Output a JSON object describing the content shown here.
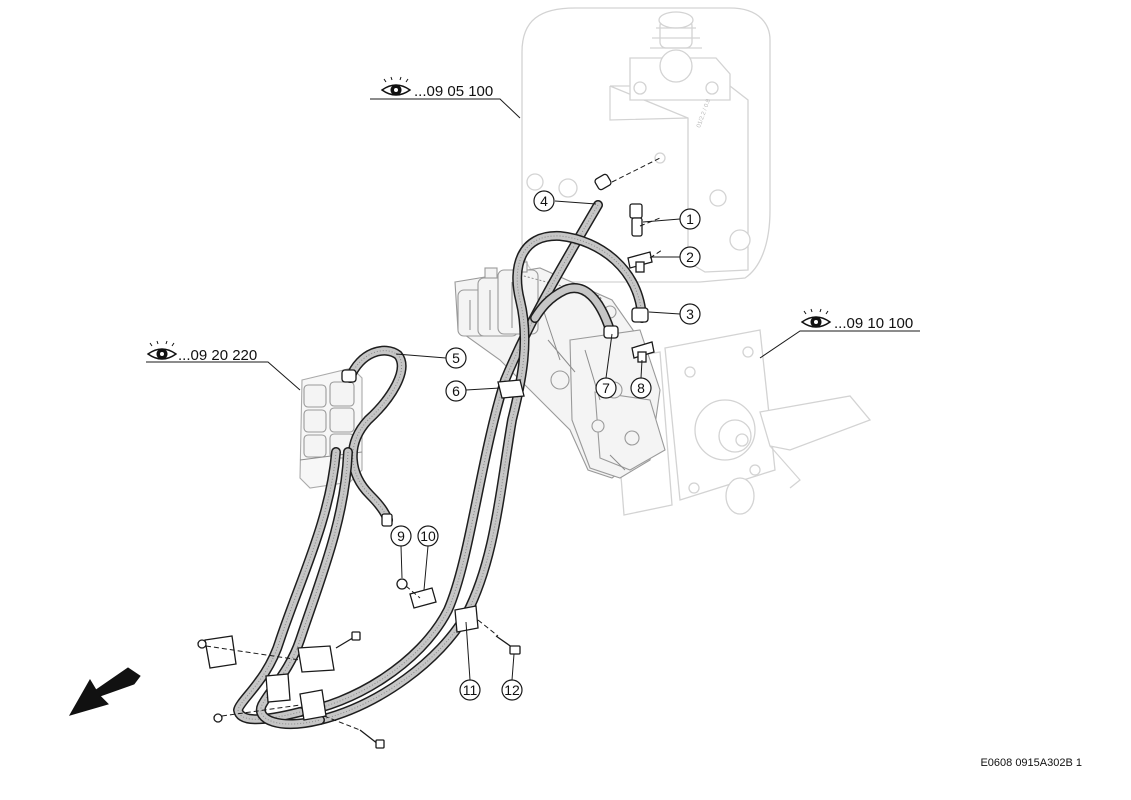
{
  "references": {
    "top": "...09 05 100",
    "right": "...09 10 100",
    "left": "...09 20 220"
  },
  "callouts": [
    "1",
    "2",
    "3",
    "4",
    "5",
    "6",
    "7",
    "8",
    "9",
    "10",
    "11",
    "12"
  ],
  "drawing_code": "E0608 0915A302B 1"
}
